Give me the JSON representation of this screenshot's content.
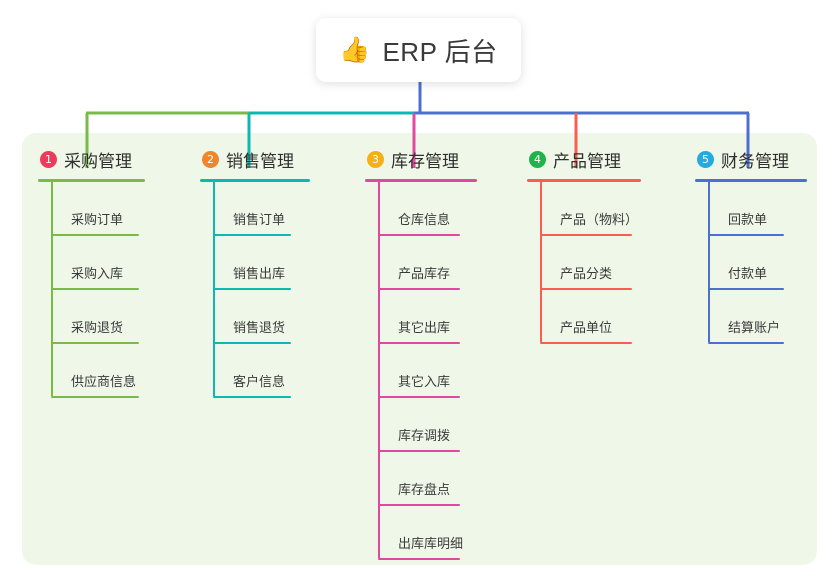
{
  "diagram": {
    "type": "mindmap",
    "root": {
      "emoji": "👍",
      "emoji_name": "thumbs-up-icon",
      "title": "ERP 后台"
    },
    "panel_background": "#eff7e9",
    "branches": [
      {
        "number": "1",
        "label": "采购管理",
        "color": "#7bb949",
        "badge_color": "#ed3b5b",
        "children": [
          "采购订单",
          "采购入库",
          "采购退货",
          "供应商信息"
        ]
      },
      {
        "number": "2",
        "label": "销售管理",
        "color": "#0cb8b0",
        "badge_color": "#f0862c",
        "children": [
          "销售订单",
          "销售出库",
          "销售退货",
          "客户信息"
        ]
      },
      {
        "number": "3",
        "label": "库存管理",
        "color": "#e0499f",
        "badge_color": "#f5b014",
        "children": [
          "仓库信息",
          "产品库存",
          "其它出库",
          "其它入库",
          "库存调拨",
          "库存盘点",
          "出库库明细"
        ]
      },
      {
        "number": "4",
        "label": "产品管理",
        "color": "#fa5d52",
        "badge_color": "#22b24c",
        "children": [
          "产品（物料）",
          "产品分类",
          "产品单位"
        ]
      },
      {
        "number": "5",
        "label": "财务管理",
        "color": "#4c6fd0",
        "badge_color": "#26a9e0",
        "children": [
          "回款单",
          "付款单",
          "结算账户"
        ]
      }
    ]
  }
}
